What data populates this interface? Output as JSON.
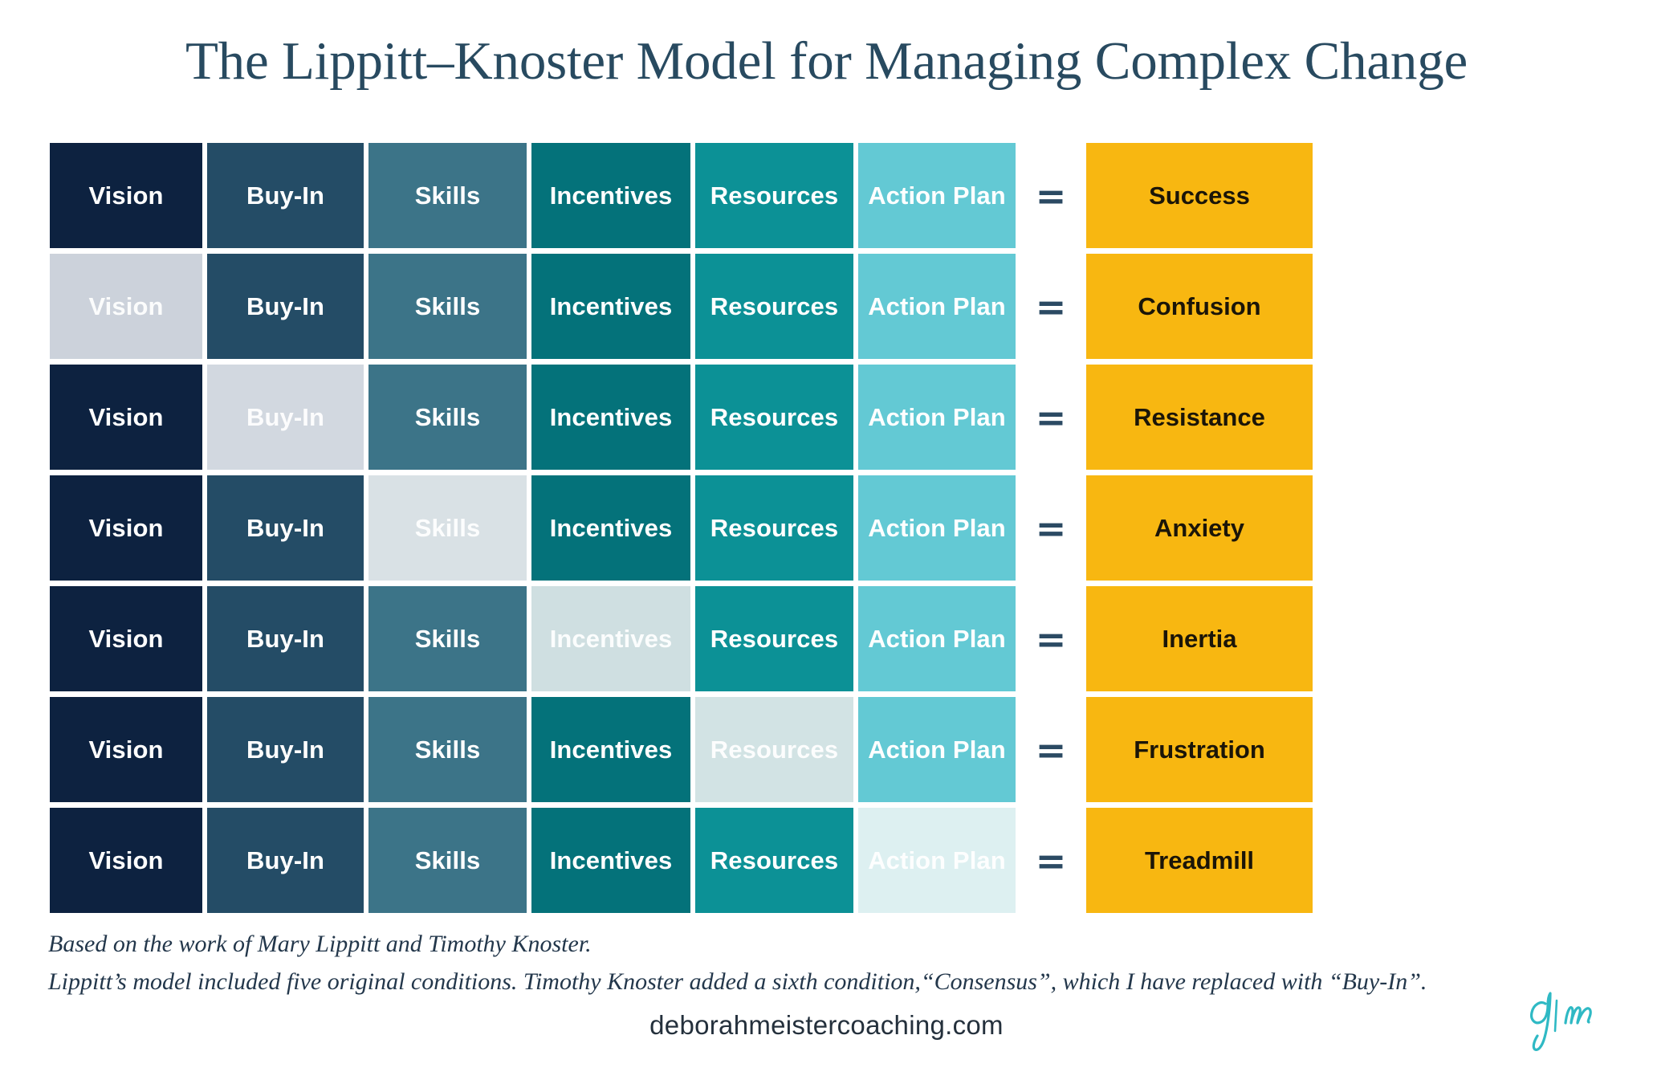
{
  "title": "The Lippitt–Knoster Model for Managing Complex Change",
  "colors": {
    "vision": "#0d2240",
    "buy_in": "#244c66",
    "skills": "#3c7488",
    "incentives": "#04727a",
    "resources": "#0c9196",
    "action_plan": "#63c9d4",
    "result": "#F8B711",
    "result_text": "#1b1508",
    "equals": "#2b4a63",
    "title_color": "#284a60",
    "faded_vision": "#ccd2db",
    "faded_buy_in": "#d2d8e0",
    "faded_skills": "#d9e1e5",
    "faded_incentives": "#cfdfe1",
    "faded_resources": "#d2e3e4",
    "faded_action_plan": "#ddf0f1",
    "signature": "#2fb9c4"
  },
  "columns": [
    {
      "key": "vision",
      "label": "Vision"
    },
    {
      "key": "buy_in",
      "label": "Buy-In"
    },
    {
      "key": "skills",
      "label": "Skills"
    },
    {
      "key": "incentives",
      "label": "Incentives"
    },
    {
      "key": "resources",
      "label": "Resources"
    },
    {
      "key": "action_plan",
      "label": "Action Plan"
    }
  ],
  "equals_symbol": "=",
  "rows": [
    {
      "missing": null,
      "result": "Success",
      "cells": [
        "Vision",
        "Buy-In",
        "Skills",
        "Incentives",
        "Resources",
        "Action Plan"
      ]
    },
    {
      "missing": 0,
      "result": "Confusion",
      "cells": [
        "Vision",
        "Buy-In",
        "Skills",
        "Incentives",
        "Resources",
        "Action Plan"
      ]
    },
    {
      "missing": 1,
      "result": "Resistance",
      "cells": [
        "Vision",
        "Buy-In",
        "Skills",
        "Incentives",
        "Resources",
        "Action Plan"
      ]
    },
    {
      "missing": 2,
      "result": "Anxiety",
      "cells": [
        "Vision",
        "Buy-In",
        "Skills",
        "Incentives",
        "Resources",
        "Action Plan"
      ]
    },
    {
      "missing": 3,
      "result": "Inertia",
      "cells": [
        "Vision",
        "Buy-In",
        "Skills",
        "Incentives",
        "Resources",
        "Action Plan"
      ]
    },
    {
      "missing": 4,
      "result": "Frustration",
      "cells": [
        "Vision",
        "Buy-In",
        "Skills",
        "Incentives",
        "Resources",
        "Action Plan"
      ]
    },
    {
      "missing": 5,
      "result": "Treadmill",
      "cells": [
        "Vision",
        "Buy-In",
        "Skills",
        "Incentives",
        "Resources",
        "Action Plan"
      ]
    }
  ],
  "footnotes": [
    "Based on the work of Mary Lippitt and Timothy Knoster.",
    "Lippitt’s model included five original conditions. Timothy Knoster added a sixth condition,“Consensus”, which I have replaced with “Buy-In”."
  ],
  "website": "deborahmeistercoaching.com",
  "signature_label": "d|m"
}
